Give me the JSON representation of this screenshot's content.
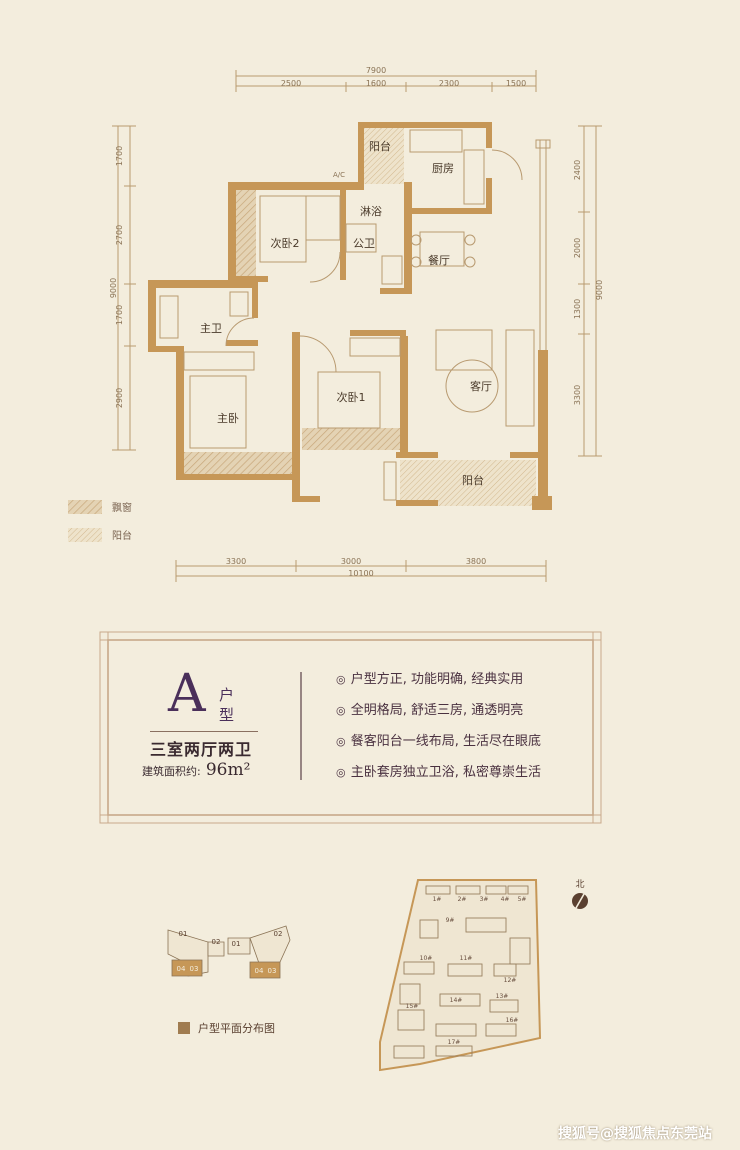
{
  "dimensions": {
    "top_total": "7900",
    "top_segments": [
      "2500",
      "1600",
      "2300",
      "1500"
    ],
    "bottom_segments": [
      "3300",
      "3000",
      "3800"
    ],
    "bottom_total": "10100",
    "left_total": "9000",
    "left_segments": [
      "1700",
      "2700",
      "1700",
      "2900"
    ],
    "right_total": "9000",
    "right_segments": [
      "2400",
      "2000",
      "1300",
      "3300"
    ]
  },
  "rooms": {
    "balcony_top": "阳台",
    "kitchen": "厨房",
    "shower": "淋浴",
    "public_bath": "公卫",
    "bedroom2": "次卧2",
    "dining": "餐厅",
    "master_bath": "主卫",
    "master_bedroom": "主卧",
    "bedroom1": "次卧1",
    "living": "客厅",
    "balcony_bottom": "阳台",
    "ac": "A/C"
  },
  "legend": [
    {
      "label": "飘窗"
    },
    {
      "label": "阳台"
    }
  ],
  "card": {
    "letter": "A",
    "type_line1": "户",
    "type_line2": "型",
    "layout": "三室两厅两卫",
    "area_label": "建筑面积约:",
    "area_value": "96m²",
    "features": [
      "户型方正, 功能明确, 经典实用",
      "全明格局, 舒适三房, 通透明亮",
      "餐客阳台一线布局, 生活尽在眼底",
      "主卧套房独立卫浴, 私密尊崇生活"
    ]
  },
  "distribution": {
    "caption": "户型平面分布图",
    "units": [
      "01",
      "02",
      "01",
      "02",
      "04",
      "03",
      "04",
      "03"
    ]
  },
  "site": {
    "north": "北",
    "buildings": [
      "1#",
      "2#",
      "3#",
      "4#",
      "5#",
      "9#",
      "10#",
      "11#",
      "12#",
      "13#",
      "14#",
      "15#",
      "16#",
      "17#"
    ]
  },
  "watermark": "搜狐号@搜狐焦点东莞站",
  "colors": {
    "wall": "#c69757",
    "accent": "#4a2f5a",
    "background": "#f3eddd"
  }
}
